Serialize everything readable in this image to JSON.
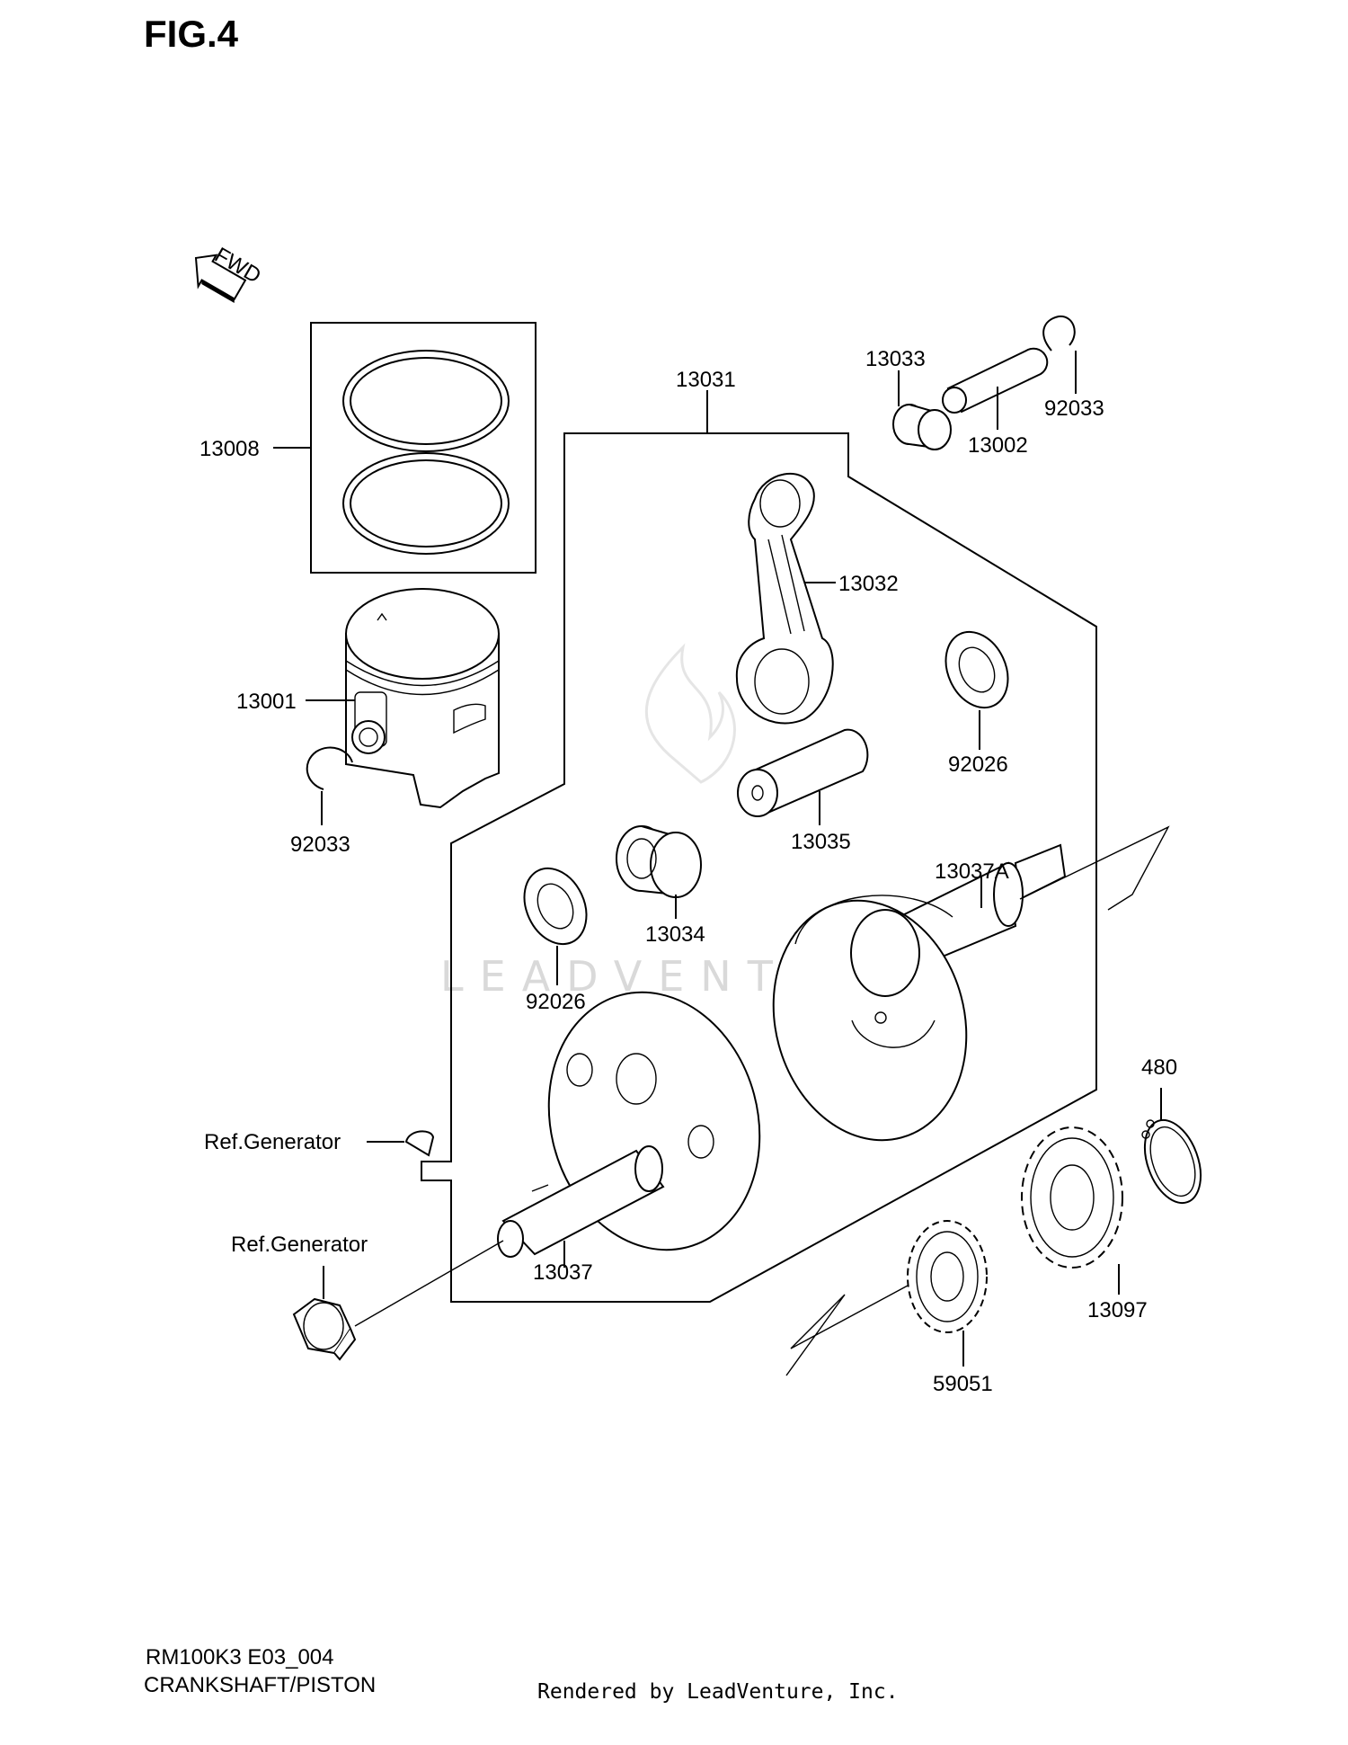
{
  "figure_title": "FIG.4",
  "fwd_label": "FWD",
  "watermark": "LEADVENTURE",
  "callouts": {
    "p13008": "13008",
    "p13001": "13001",
    "p92033a": "92033",
    "p13031": "13031",
    "p13033": "13033",
    "p13002": "13002",
    "p92033b": "92033",
    "p13032": "13032",
    "p92026a": "92026",
    "p13035": "13035",
    "p13034": "13034",
    "p92026b": "92026",
    "p13037a": "13037A",
    "p480": "480",
    "ref_gen_key": "Ref.Generator",
    "ref_gen_nut": "Ref.Generator",
    "p13037": "13037",
    "p13097": "13097",
    "p59051": "59051"
  },
  "footer": {
    "model_code": "RM100K3 E03_004",
    "section_name": "CRANKSHAFT/PISTON",
    "rendered_by": "Rendered by LeadVenture, Inc."
  }
}
